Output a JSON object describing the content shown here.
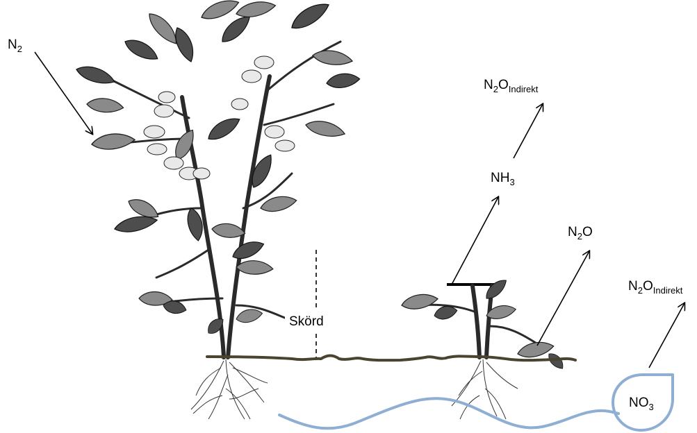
{
  "labels": {
    "n2_air": {
      "main": "N",
      "sub": "2",
      "tail": ""
    },
    "n2o_indirekt_top": {
      "main": "N",
      "sub": "2",
      "tail": "O",
      "sub2": "Indirekt"
    },
    "nh3": {
      "main": "NH",
      "sub": "3"
    },
    "n2o": {
      "main": "N",
      "sub": "2",
      "tail": "O"
    },
    "n2o_indirekt_right": {
      "main": "N",
      "sub": "2",
      "tail": "O",
      "sub2": "Indirekt"
    },
    "harvest": "Skörd",
    "no3": {
      "main": "NO",
      "sub": "3"
    }
  },
  "colors": {
    "soil_line": "#4a4330",
    "leaching_line": "#8eaed3",
    "arrows": "#000000"
  },
  "icons": [
    "faba-bean-plant",
    "harvested-plant-stubble",
    "roots"
  ]
}
